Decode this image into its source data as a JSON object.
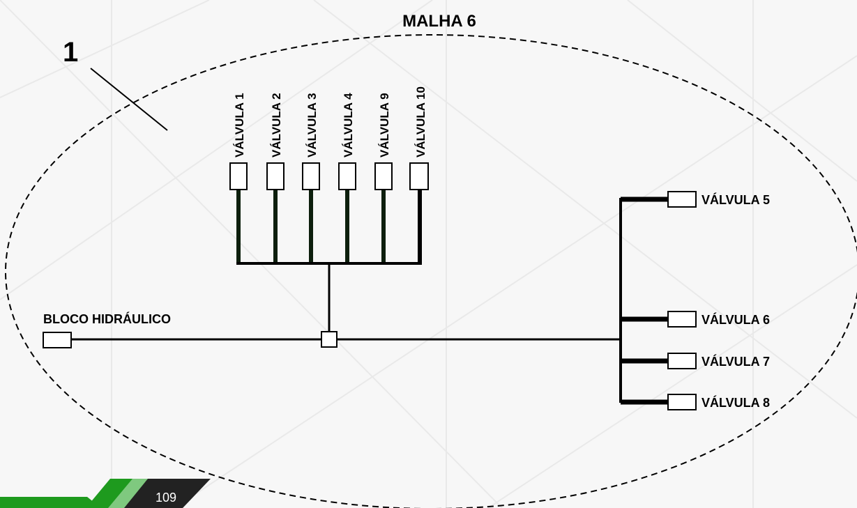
{
  "title": "MALHA 6",
  "callout_number": "1",
  "hydraulic_block_label": "BLOCO HIDRÁULICO",
  "top_valves": [
    "VÁLVULA 1",
    "VÁLVULA 2",
    "VÁLVULA 3",
    "VÁLVULA 4",
    "VÁLVULA 9",
    "VÁLVULA 10"
  ],
  "right_valves": [
    "VÁLVULA 5",
    "VÁLVULA 6",
    "VÁLVULA 7",
    "VÁLVULA 8"
  ],
  "page_number": "109",
  "colors": {
    "background": "#f7f7f7",
    "line": "#000000",
    "pipe_dark": "#0d1f0d",
    "footer_black": "#222222",
    "footer_green_dark": "#1e9a1e",
    "footer_green_light": "#7fc97f"
  }
}
